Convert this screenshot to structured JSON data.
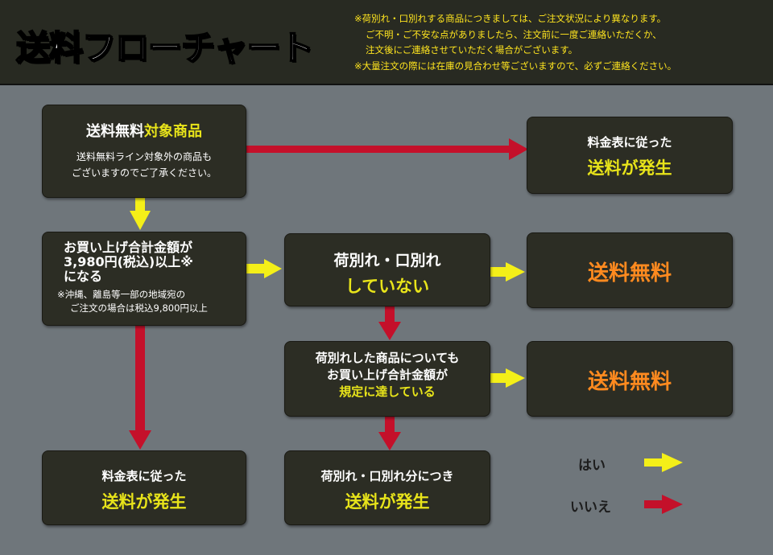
{
  "header": {
    "title": "送料フローチャート",
    "notes": [
      "※荷別れ・口別れする商品につきましては、ご注文状況により異なります。",
      "ご不明・ご不安な点がありましたら、注文前に一度ご連絡いただくか、",
      "注文後にご連絡させていただく場合がございます。",
      "※大量注文の際には在庫の見合わせ等ございますので、必ずご連絡ください。"
    ]
  },
  "nodes": {
    "target": {
      "title_white": "送料無料",
      "title_yellow": "対象商品",
      "desc_line1": "送料無料ライン対象外の商品も",
      "desc_line2": "ございますのでご了承ください。"
    },
    "fee_top": {
      "line1": "料金表に従った",
      "line2": "送料が発生"
    },
    "amount": {
      "line1": "お買い上げ合計金額が",
      "line2": "3,980円(税込)以上※",
      "line3": "になる",
      "note1": "※沖縄、離島等一部の地域宛の",
      "note2": "ご注文の場合は税込9,800円以上"
    },
    "no_split": {
      "line1": "荷別れ・口別れ",
      "line2": "していない"
    },
    "free1": {
      "label": "送料無料"
    },
    "split_amount": {
      "line1": "荷別れした商品についても",
      "line2": "お買い上げ合計金額が",
      "line3": "規定に達している"
    },
    "free2": {
      "label": "送料無料"
    },
    "fee_bottom": {
      "line1": "料金表に従った",
      "line2": "送料が発生"
    },
    "split_fee": {
      "line1": "荷別れ・口別れ分につき",
      "line2": "送料が発生"
    }
  },
  "legend": {
    "yes": "はい",
    "no": "いいえ"
  },
  "colors": {
    "yes_arrow": "#f4ef18",
    "no_arrow": "#c4102a",
    "box": "#2c2d24",
    "background": "#6f767b",
    "highlight_yellow": "#e8e41a",
    "highlight_orange": "#ff8a1f"
  }
}
